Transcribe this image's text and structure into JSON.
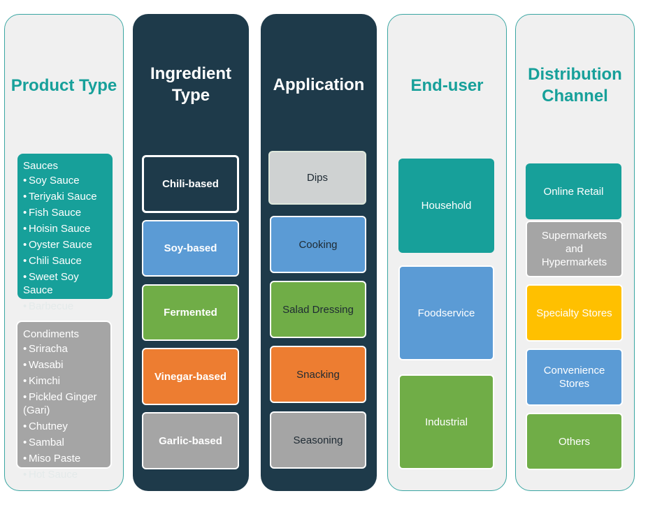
{
  "columns": {
    "product_type": {
      "title": "Product Type",
      "sauces": {
        "heading": "Sauces",
        "items": [
          "Soy Sauce",
          "Teriyaki Sauce",
          "Fish Sauce",
          "Hoisin Sauce",
          "Oyster Sauce",
          "Chili Sauce",
          "Sweet Soy Sauce",
          "Barbecue"
        ]
      },
      "condiments": {
        "heading": "Condiments",
        "items": [
          "Sriracha",
          "Wasabi",
          "Kimchi",
          "Pickled Ginger (Gari)",
          "Chutney",
          "Sambal",
          "Miso Paste",
          "Hot Sauce"
        ]
      }
    },
    "ingredient_type": {
      "title_line1": "Ingredient",
      "title_line2": "Type",
      "items": [
        "Chili-based",
        "Soy-based",
        "Fermented",
        "Vinegar-based",
        "Garlic-based"
      ]
    },
    "application": {
      "title": "Application",
      "items": [
        "Dips",
        "Cooking",
        "Salad Dressing",
        "Snacking",
        "Seasoning"
      ]
    },
    "end_user": {
      "title": "End-user",
      "items": [
        "Household",
        "Foodservice",
        "Industrial"
      ]
    },
    "distribution_channel": {
      "title_line1": "Distribution",
      "title_line2": "Channel",
      "items": [
        "Online Retail",
        "Supermarkets and Hypermarkets",
        "Specialty Stores",
        "Convenience Stores",
        "Others"
      ]
    }
  },
  "colors": {
    "teal": "#17a09a",
    "navy": "#1e3a4a",
    "blue": "#5b9bd5",
    "green": "#70ad47",
    "orange": "#ed7d31",
    "gray": "#a5a5a5",
    "yellow": "#ffc000"
  }
}
